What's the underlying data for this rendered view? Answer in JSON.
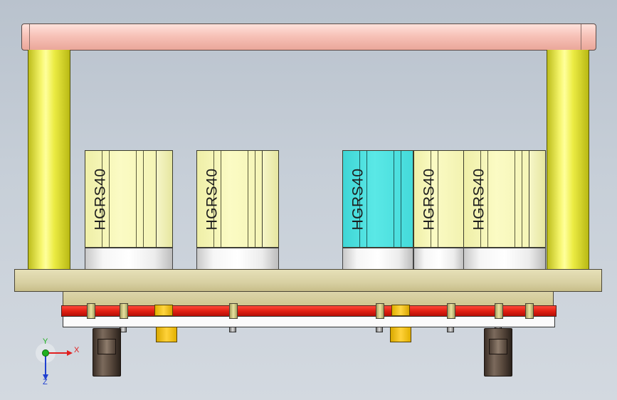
{
  "modules": [
    {
      "label": "HGRS40",
      "color": "yellow"
    },
    {
      "label": "HGRS40",
      "color": "yellow"
    },
    {
      "label": "HGRS40",
      "color": "cyan"
    },
    {
      "label": "HGRS40",
      "color": "yellow"
    },
    {
      "label": "HGRS40",
      "color": "yellow"
    }
  ],
  "axis": {
    "x_label": "X",
    "y_label": "Y",
    "z_label": "Z",
    "x_color": "#e02020",
    "y_color": "#20b020",
    "z_color": "#2040d0"
  },
  "colors": {
    "top_plate": "#f7c2b8",
    "pillar": "#ecec44",
    "rail": "#e11f12",
    "module_highlight": "#44dada"
  }
}
